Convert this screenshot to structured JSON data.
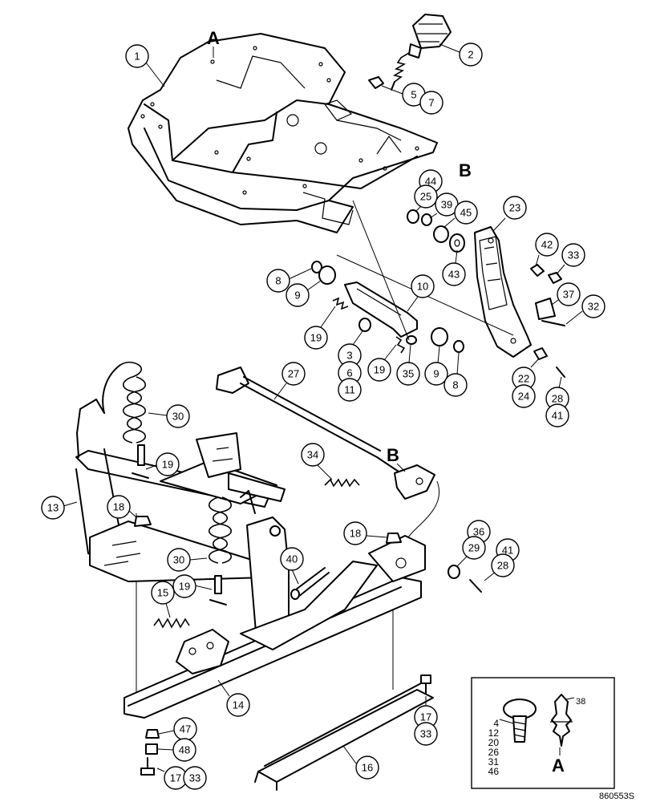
{
  "letters": {
    "a_top": "A",
    "b_top": "B",
    "b_mid": "B",
    "a_inset": "A"
  },
  "reference_code": "860553S",
  "inset": {
    "list": [
      "4",
      "12",
      "20",
      "26",
      "31",
      "46"
    ],
    "right_label": "38"
  },
  "callouts": [
    {
      "label": "1"
    },
    {
      "label": "2"
    },
    {
      "label": "5"
    },
    {
      "label": "7"
    },
    {
      "label": "44"
    },
    {
      "label": "25"
    },
    {
      "label": "39"
    },
    {
      "label": "45"
    },
    {
      "label": "23"
    },
    {
      "label": "42"
    },
    {
      "label": "33"
    },
    {
      "label": "43"
    },
    {
      "label": "8"
    },
    {
      "label": "9"
    },
    {
      "label": "10"
    },
    {
      "label": "37"
    },
    {
      "label": "32"
    },
    {
      "label": "19"
    },
    {
      "label": "3"
    },
    {
      "label": "6"
    },
    {
      "label": "11"
    },
    {
      "label": "19"
    },
    {
      "label": "35"
    },
    {
      "label": "9"
    },
    {
      "label": "8"
    },
    {
      "label": "22"
    },
    {
      "label": "24"
    },
    {
      "label": "27"
    },
    {
      "label": "28"
    },
    {
      "label": "41"
    },
    {
      "label": "30"
    },
    {
      "label": "19"
    },
    {
      "label": "34"
    },
    {
      "label": "13"
    },
    {
      "label": "18"
    },
    {
      "label": "18"
    },
    {
      "label": "36"
    },
    {
      "label": "29"
    },
    {
      "label": "41"
    },
    {
      "label": "28"
    },
    {
      "label": "30"
    },
    {
      "label": "40"
    },
    {
      "label": "19"
    },
    {
      "label": "15"
    },
    {
      "label": "14"
    },
    {
      "label": "17"
    },
    {
      "label": "33"
    },
    {
      "label": "47"
    },
    {
      "label": "48"
    },
    {
      "label": "17"
    },
    {
      "label": "33"
    },
    {
      "label": "16"
    }
  ]
}
